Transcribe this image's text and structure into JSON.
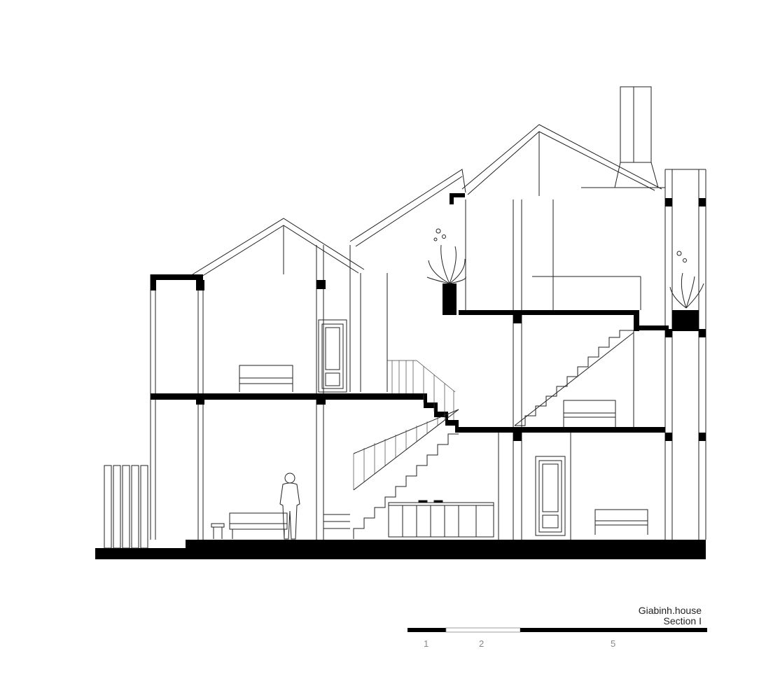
{
  "drawing": {
    "title": "Giabinh.house",
    "subtitle": "Section I"
  },
  "scale_bar": {
    "labels": [
      "1",
      "2",
      "5"
    ],
    "colors": {
      "dark": "#000000",
      "light": "#ffffff"
    }
  }
}
